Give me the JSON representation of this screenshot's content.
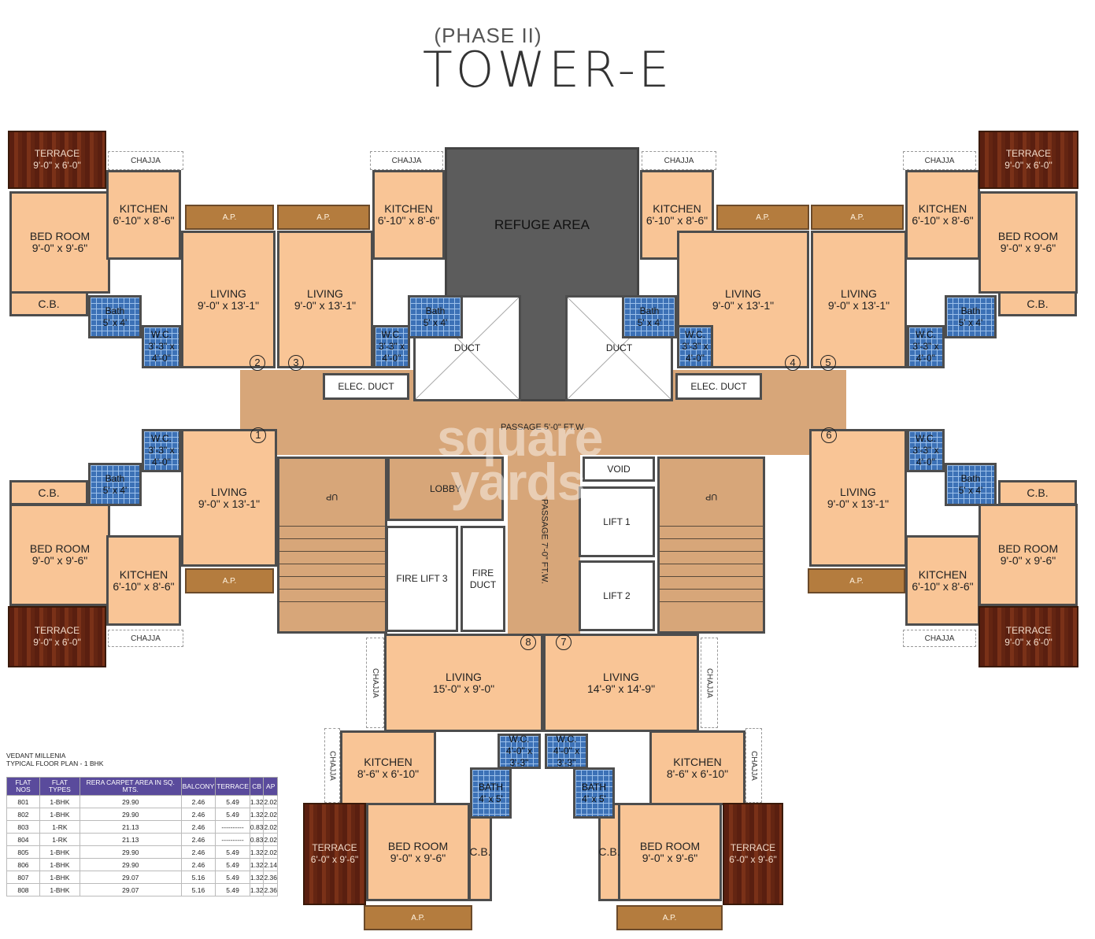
{
  "title": {
    "phase": "(PHASE II)",
    "tower": "TOWER-E"
  },
  "watermark": "square yards",
  "rooms": {
    "ter": {
      "name": "TERRACE",
      "dim": "9'-0\" x 6'-0\""
    },
    "terb": {
      "name": "TERRACE",
      "dim": "6'-0\" x 9'-6\""
    },
    "bed": {
      "name": "BED ROOM",
      "dim": "9'-0\" x 9'-6\""
    },
    "kit": {
      "name": "KITCHEN",
      "dim": "6'-10\" x 8'-6\""
    },
    "kitb": {
      "name": "KITCHEN",
      "dim": "8'-6\" x 6'-10\""
    },
    "liv": {
      "name": "LIVING",
      "dim": "9'-0\" x 13'-1\""
    },
    "liv8": {
      "name": "LIVING",
      "dim": "15'-0\" x 9'-0\""
    },
    "liv7": {
      "name": "LIVING",
      "dim": "14'-9\" x 14'-9\""
    },
    "bath": {
      "name": "Bath",
      "dim": "5' x 4'"
    },
    "bathb": {
      "name": "BATH",
      "dim": "4' x 5'"
    },
    "wc": {
      "name": "W.C.",
      "dim": "3'-3\" x 4'-0\""
    },
    "wcb": {
      "name": "W.C.",
      "dim": "4'-0\" x 3'-3\""
    },
    "cb": "C.B.",
    "ap": "A.P.",
    "chajja": "CHAJJA",
    "refuge": "REFUGE AREA",
    "duct": "DUCT",
    "elec": "ELEC. DUCT",
    "passage_h": "PASSAGE 5'-0\" FT.W.",
    "passage_v": "PASSAGE 7'-0\" FT.W.",
    "lobby": "LOBBY",
    "fire_lift": "FIRE LIFT 3",
    "fire_duct": "FIRE DUCT",
    "void": "VOID",
    "lift1": "LIFT 1",
    "lift2": "LIFT 2",
    "up": "UP"
  },
  "flat_numbers": [
    "1",
    "2",
    "3",
    "4",
    "5",
    "6",
    "7",
    "8"
  ],
  "table": {
    "project": "VEDANT MILLENIA",
    "subtitle": "TYPICAL FLOOR PLAN - 1 BHK",
    "headers": [
      "FLAT NOS",
      "FLAT TYPES",
      "RERA CARPET AREA IN SQ. MTS.",
      "BALCONY",
      "TERRACE",
      "CB",
      "AP"
    ],
    "rows": [
      [
        "801",
        "1-BHK",
        "29.90",
        "2.46",
        "5.49",
        "1.32",
        "2.02"
      ],
      [
        "802",
        "1-BHK",
        "29.90",
        "2.46",
        "5.49",
        "1.32",
        "2.02"
      ],
      [
        "803",
        "1-RK",
        "21.13",
        "2.46",
        "----------",
        "0.83",
        "2.02"
      ],
      [
        "804",
        "1-RK",
        "21.13",
        "2.46",
        "----------",
        "0.83",
        "2.02"
      ],
      [
        "805",
        "1-BHK",
        "29.90",
        "2.46",
        "5.49",
        "1.32",
        "2.02"
      ],
      [
        "806",
        "1-BHK",
        "29.90",
        "2.46",
        "5.49",
        "1.32",
        "2.14"
      ],
      [
        "807",
        "1-BHK",
        "29.07",
        "5.16",
        "5.49",
        "1.32",
        "2.36"
      ],
      [
        "808",
        "1-BHK",
        "29.07",
        "5.16",
        "5.49",
        "1.32",
        "2.36"
      ]
    ]
  },
  "colors": {
    "room": "#f9c596",
    "passage": "#d7a679",
    "wall": "#4d4d4d",
    "ap": "#b47c3e",
    "terrace": "#642512",
    "bath": "#3c71b6",
    "refuge": "#5c5c5c",
    "table_header": "#5a4b9c"
  }
}
